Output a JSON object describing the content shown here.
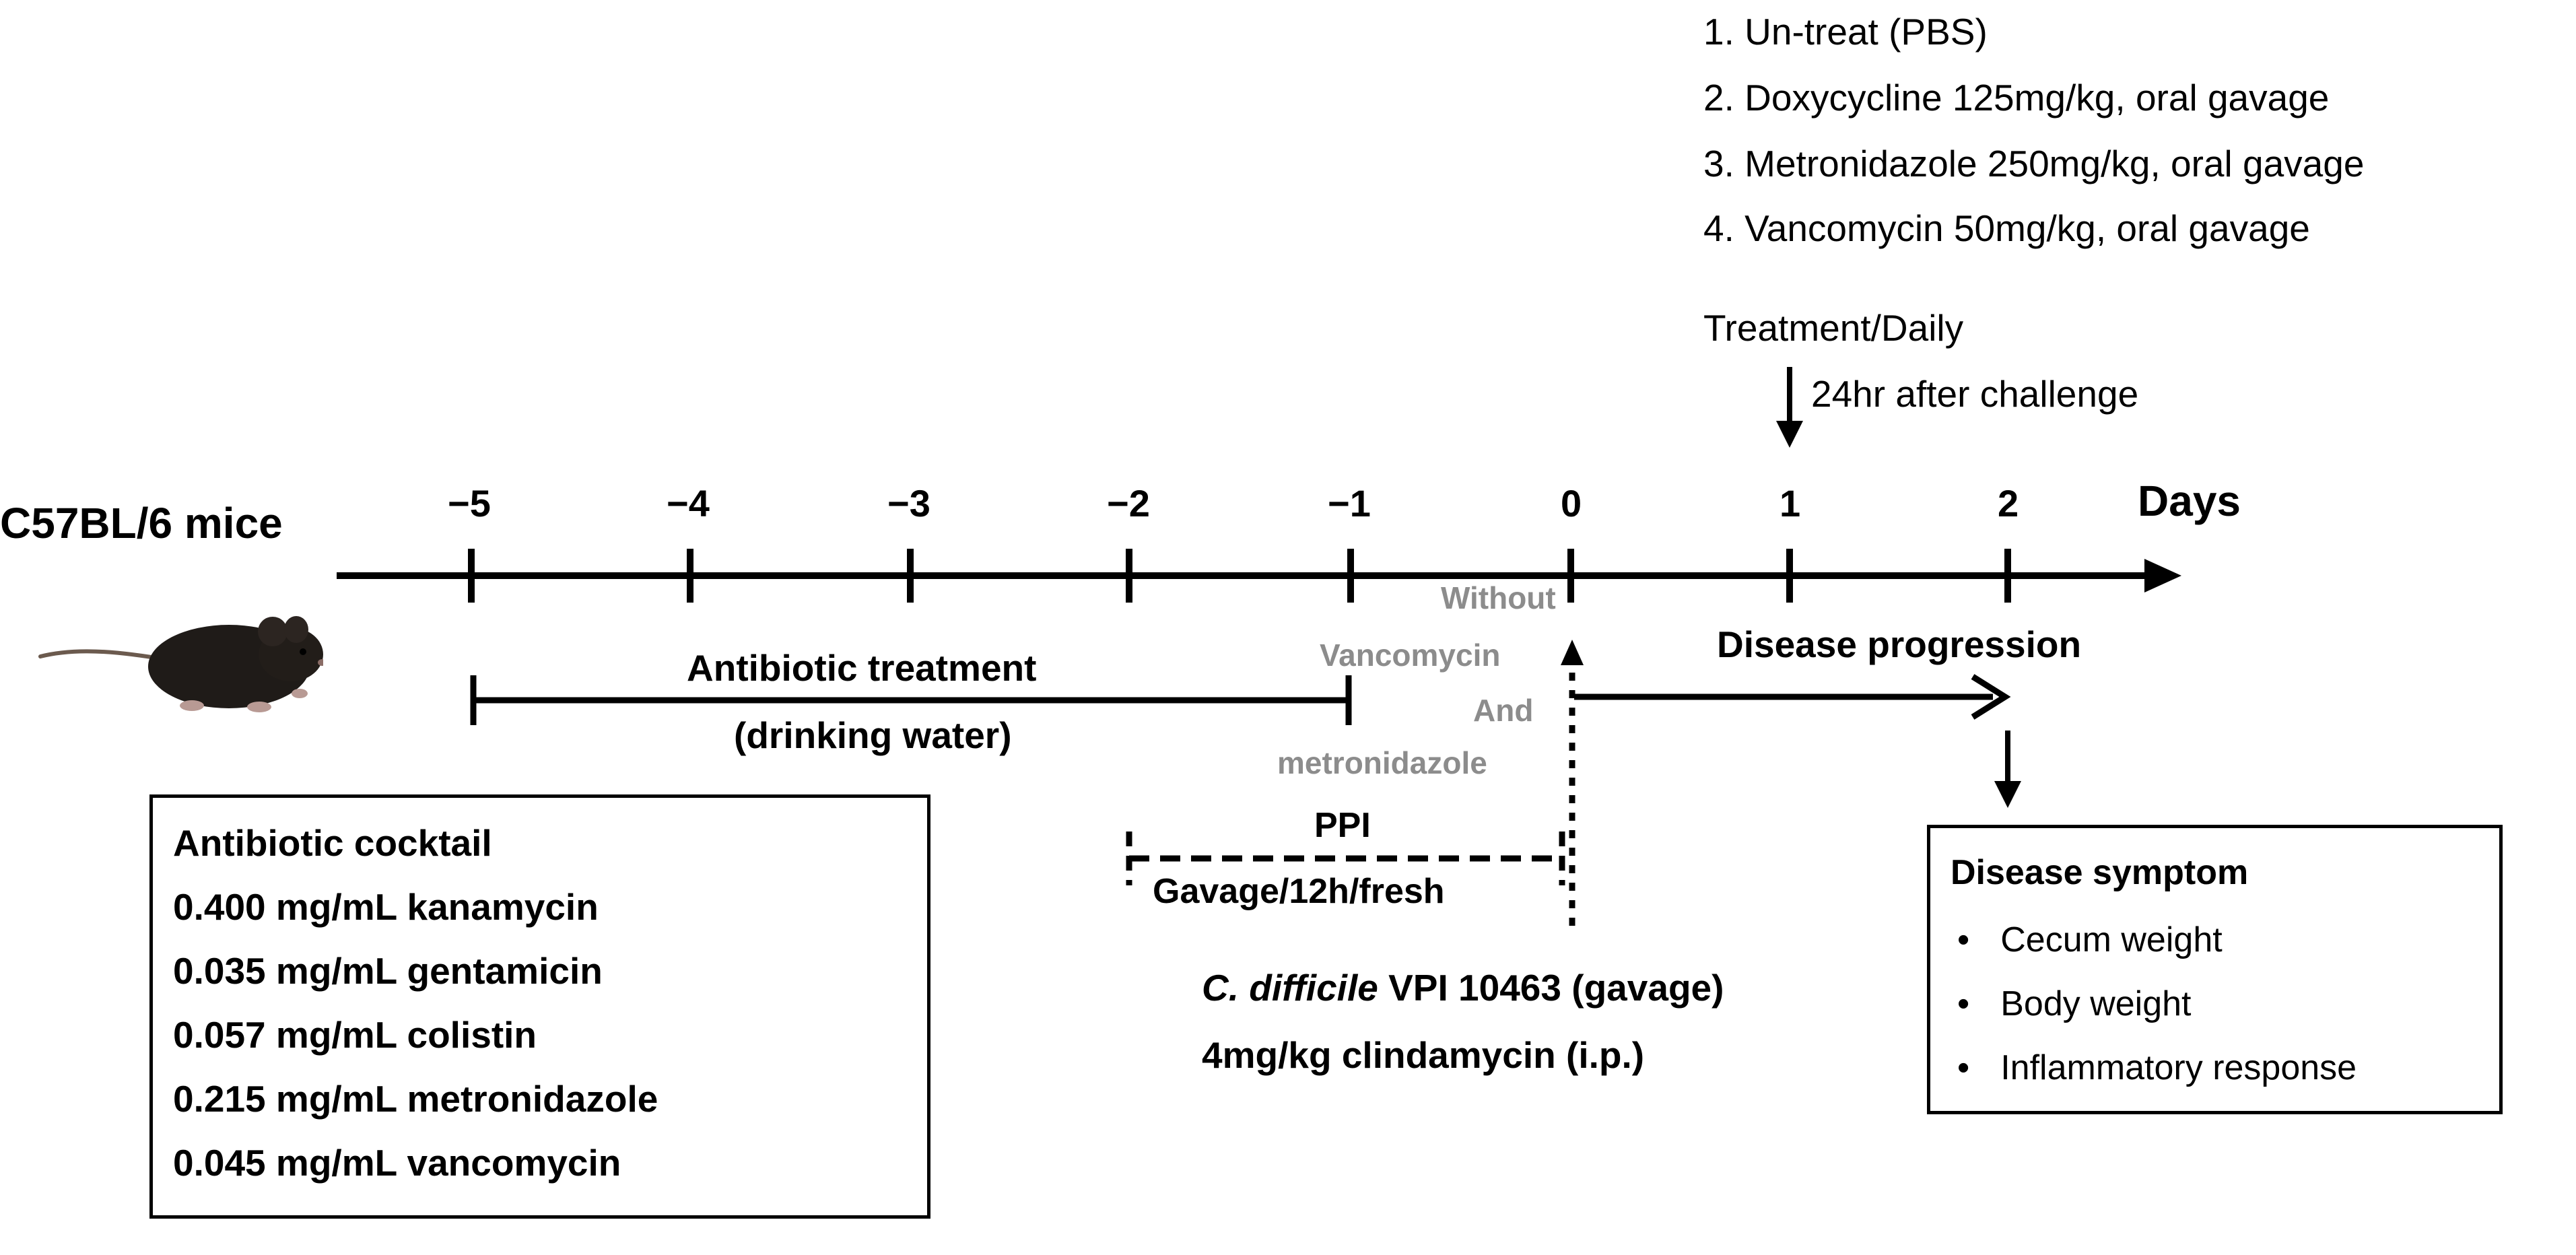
{
  "subject": "C57BL/6 mice",
  "axis_unit": "Days",
  "day_ticks": [
    "−5",
    "−4",
    "−3",
    "−2",
    "−1",
    "0",
    "1",
    "2"
  ],
  "treatment_list": [
    "1. Un-treat (PBS)",
    "2. Doxycycline 125mg/kg, oral gavage",
    "3. Metronidazole 250mg/kg, oral gavage",
    "4. Vancomycin 50mg/kg, oral gavage"
  ],
  "treatment_schedule": {
    "title": "Treatment/Daily",
    "note": "24hr after challenge"
  },
  "antibiotic_treatment": {
    "line1": "Antibiotic treatment",
    "line2": "(drinking water)"
  },
  "without_note": [
    "Without",
    "Vancomycin",
    "And",
    "metronidazole"
  ],
  "disease_progression": "Disease progression",
  "ppi": {
    "label": "PPI",
    "sublabel": "Gavage/12h/fresh"
  },
  "challenge": {
    "organism": "C. difficile",
    "strain": " VPI 10463 (gavage)",
    "line2": "4mg/kg clindamycin (i.p.)"
  },
  "cocktail": {
    "title": "Antibiotic cocktail",
    "items": [
      "0.400 mg/mL kanamycin",
      "0.035 mg/mL gentamicin",
      "0.057 mg/mL colistin",
      "0.215 mg/mL metronidazole",
      "0.045 mg/mL vancomycin"
    ]
  },
  "symptom": {
    "title": "Disease symptom",
    "items": [
      "Cecum weight",
      "Body weight",
      "Inflammatory response"
    ]
  },
  "colors": {
    "line": "#000000",
    "note_gray": "#8c8c8c",
    "mouse_body": "#1f1b18"
  },
  "icons": {
    "mouse": "mouse-photo-icon"
  }
}
